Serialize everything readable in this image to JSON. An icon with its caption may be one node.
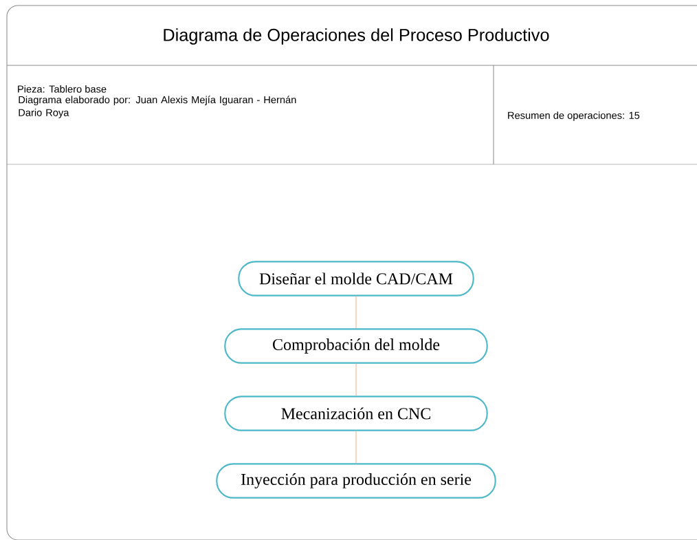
{
  "diagram": {
    "title": "Diagrama de Operaciones del Proceso Productivo",
    "nodes": [
      {
        "text": [
          "Diseñar el molde CAD/CAM"
        ]
      },
      {
        "text": [
          "Comprobación del molde"
        ]
      },
      {
        "text": [
          "Mecanización en CNC"
        ]
      },
      {
        "text": [
          "Inyección para producción en serie"
        ]
      }
    ],
    "edges": [
      {
        "from": 0,
        "to": 1,
        "arrow": "none"
      },
      {
        "from": 1,
        "to": 2,
        "arrow": "none"
      },
      {
        "from": 2,
        "to": 3,
        "arrow": "none"
      }
    ],
    "labels": [
      "Pieza: Tablero base",
      "Diagrama elaborado por: Juan Alexis Mejía Iguaran - Hernán Dario Roya",
      "Resumen de operaciones: 15"
    ]
  }
}
